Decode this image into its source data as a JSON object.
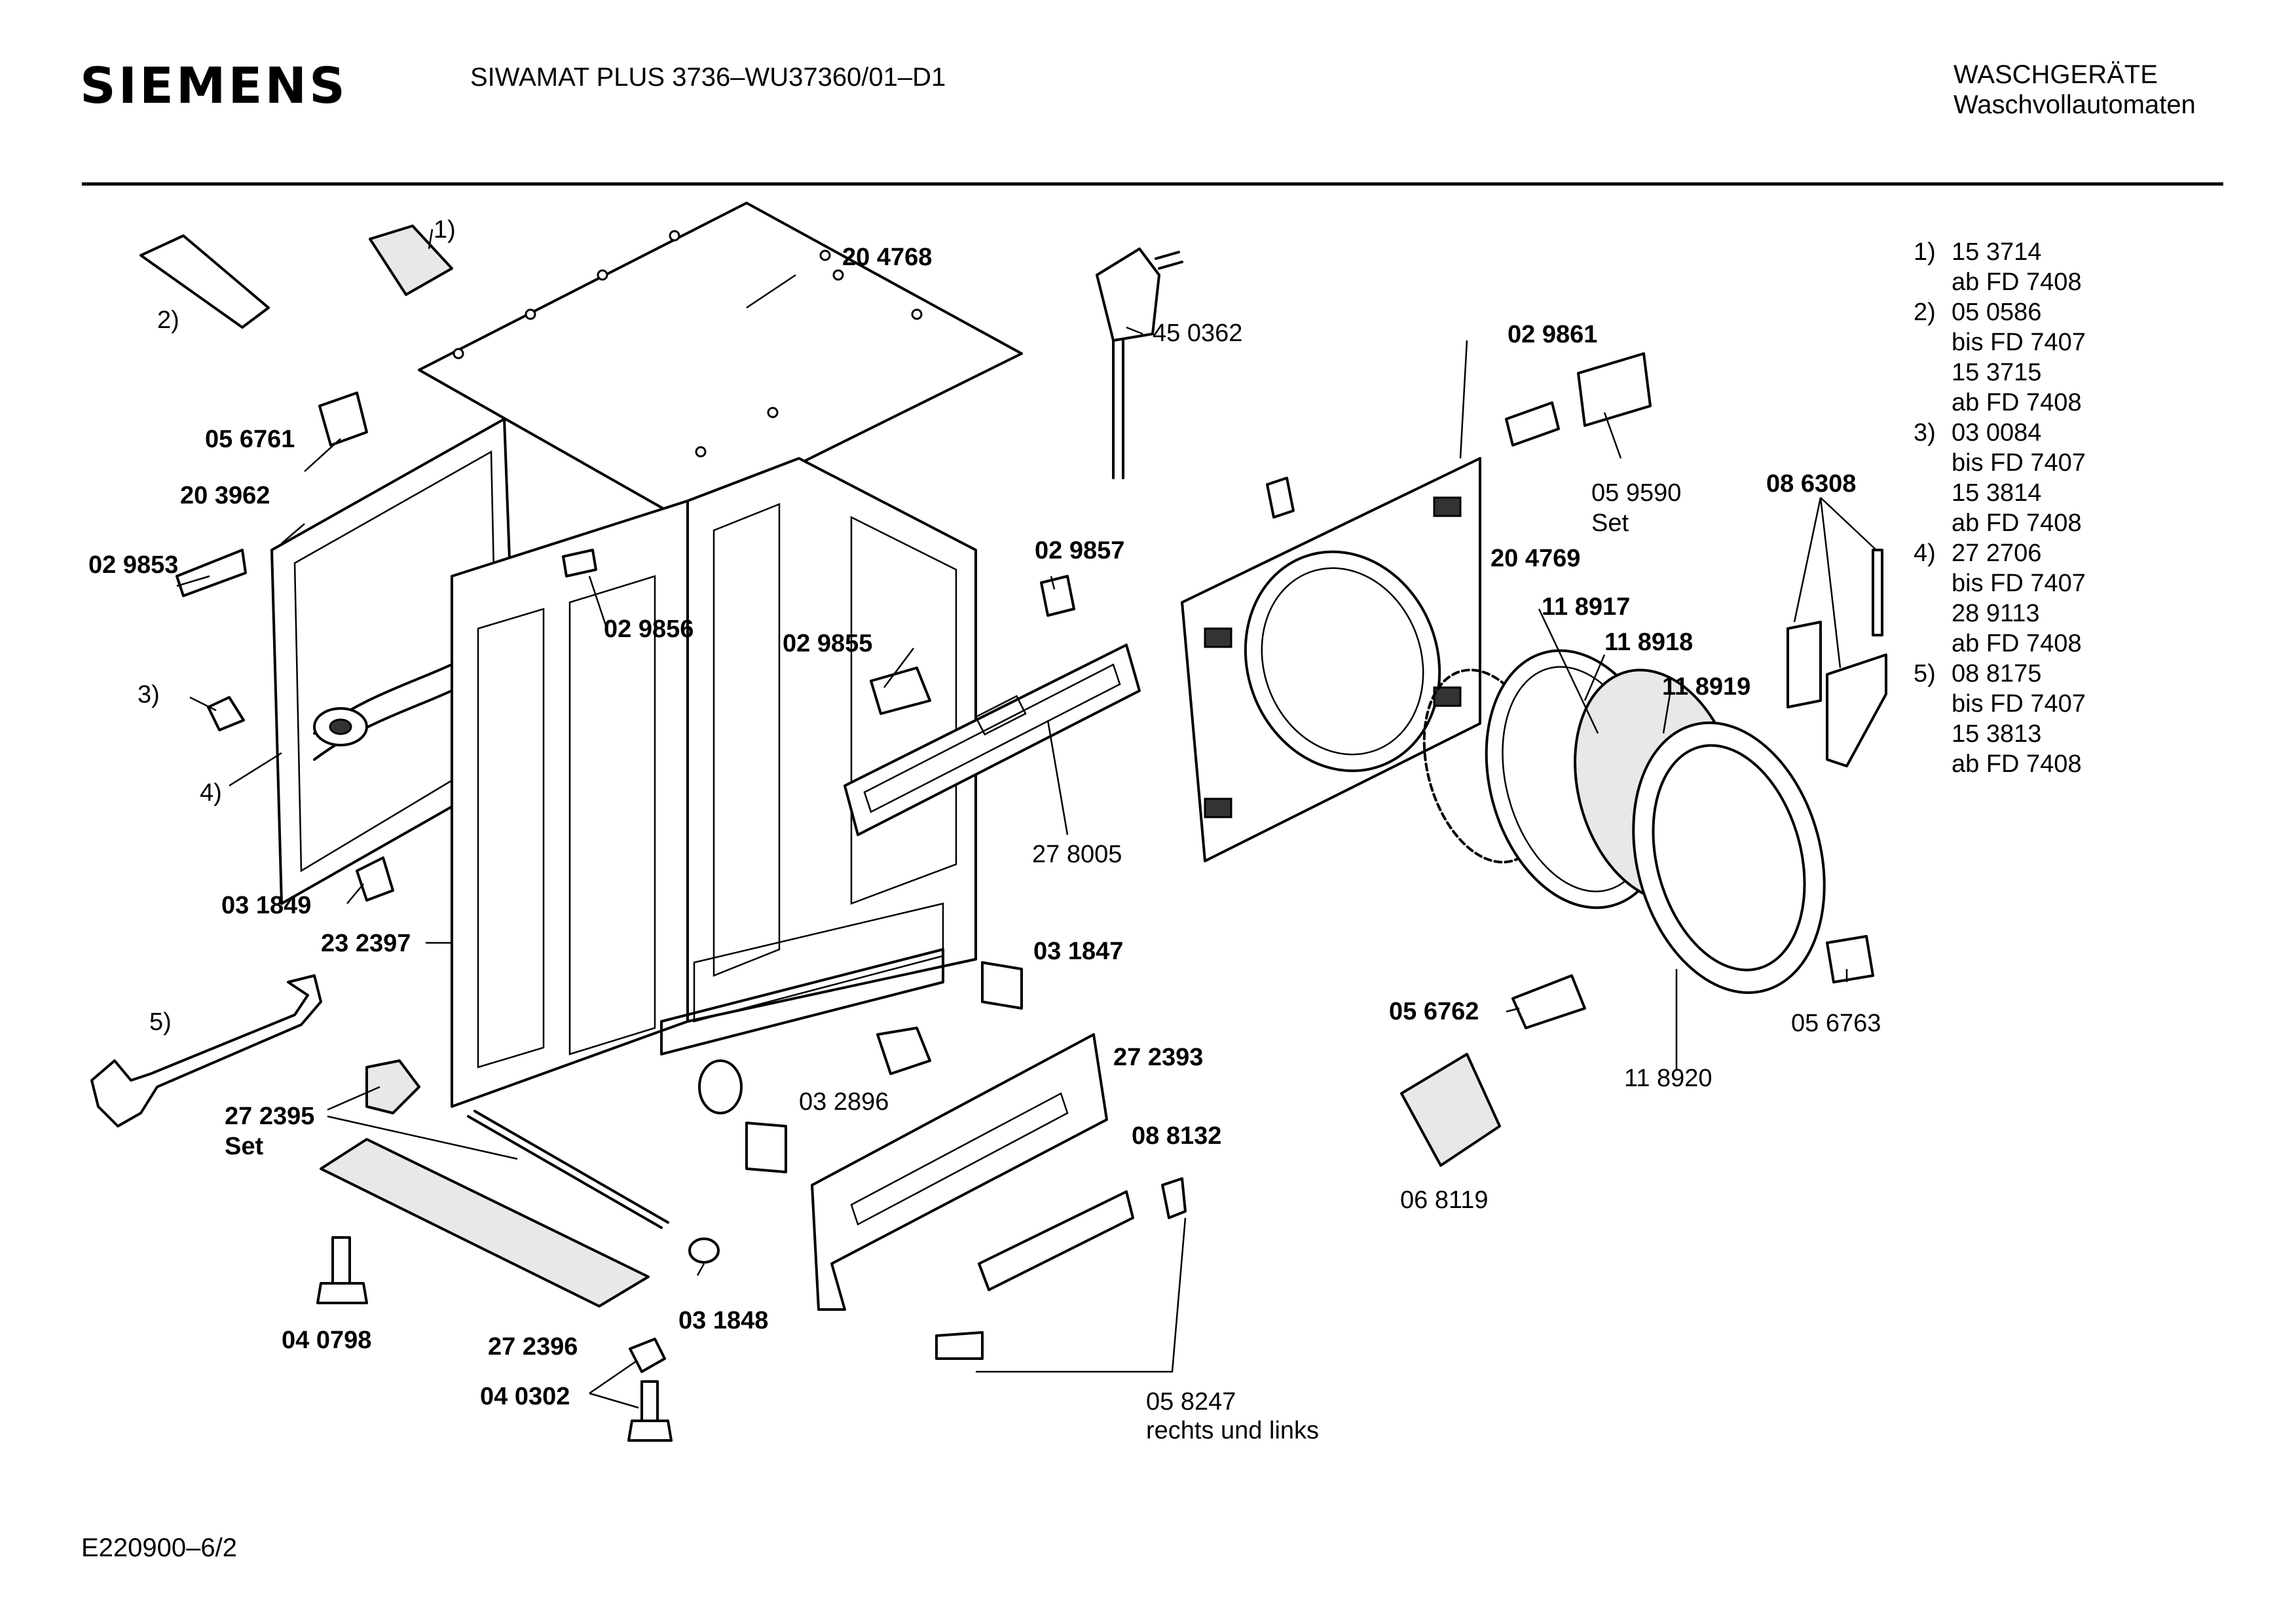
{
  "header": {
    "brand": "SIEMENS",
    "model": "SIWAMAT PLUS 3736–WU37360/01–D1",
    "category": "WASCHGERÄTE",
    "subcategory": "Waschvollautomaten"
  },
  "legend": [
    {
      "num": "1)",
      "lines": [
        "15 3714",
        "ab FD 7408"
      ]
    },
    {
      "num": "2)",
      "lines": [
        "05 0586",
        "bis FD 7407",
        "15 3715",
        "ab FD 7408"
      ]
    },
    {
      "num": "3)",
      "lines": [
        "03 0084",
        "bis FD 7407",
        "15 3814",
        "ab FD 7408"
      ]
    },
    {
      "num": "4)",
      "lines": [
        "27 2706",
        "bis FD 7407",
        "28 9113",
        "ab FD 7408"
      ]
    },
    {
      "num": "5)",
      "lines": [
        "08 8175",
        "bis FD 7407",
        "15 3813",
        "ab FD 7408"
      ]
    }
  ],
  "parts": {
    "p204768": "20 4768",
    "p056761": "05 6761",
    "p203962": "20 3962",
    "p029853": "02 9853",
    "p029856": "02 9856",
    "p029855": "02 9855",
    "p029857": "02 9857",
    "p450362": "45 0362",
    "p278005": "27 8005",
    "p031849": "03 1849",
    "p232397": "23 2397",
    "p031847": "03 1847",
    "p272393": "27 2393",
    "p032896": "03 2896",
    "p272395": "27 2395",
    "set1": "Set",
    "p088132": "08 8132",
    "p040798": "04 0798",
    "p272396": "27 2396",
    "p031848": "03 1848",
    "p040302": "04 0302",
    "p058247": "05 8247",
    "p058247b": "rechts und links",
    "p029861": "02 9861",
    "p059590": "05 9590",
    "set2": "Set",
    "p204769": "20 4769",
    "p118917": "11 8917",
    "p118918": "11 8918",
    "p118919": "11 8919",
    "p086308": "08 6308",
    "p056762": "05 6762",
    "p056763": "05 6763",
    "p118920": "11 8920",
    "p068119": "06 8119",
    "r1": "1)",
    "r2": "2)",
    "r3": "3)",
    "r4": "4)",
    "r5": "5)"
  },
  "footer": {
    "code": "E220900–6/2"
  }
}
